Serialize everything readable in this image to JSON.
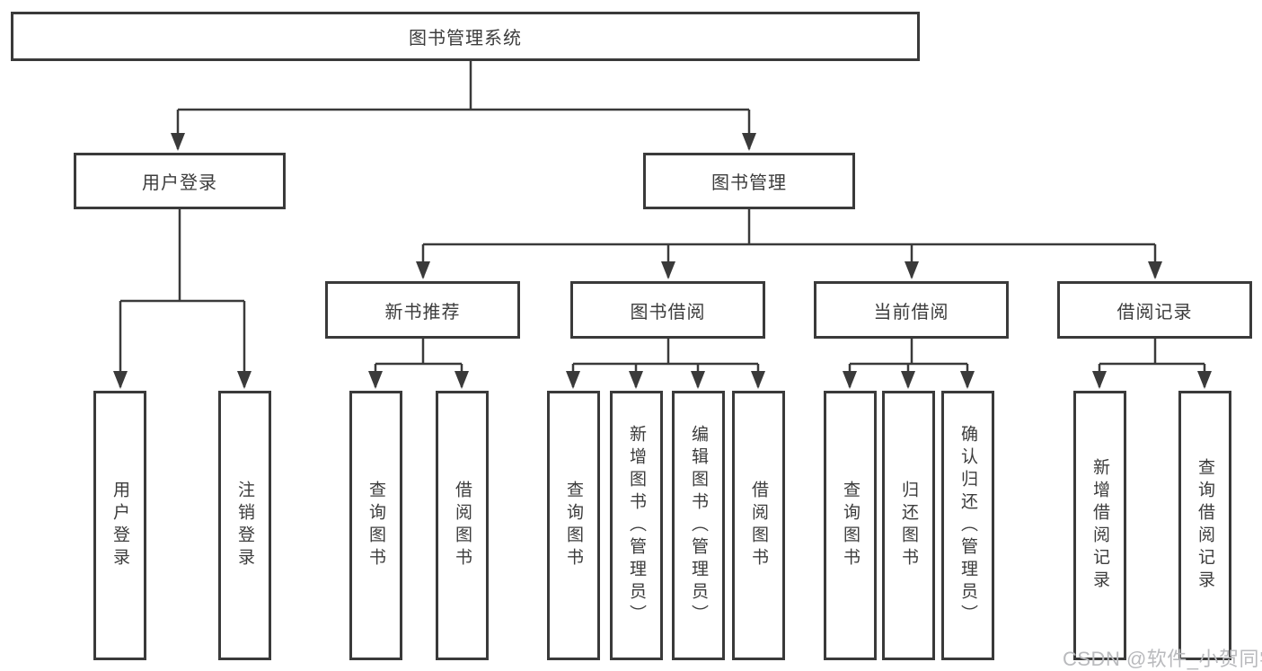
{
  "tree": {
    "label": "图书管理系统",
    "children": [
      {
        "label": "用户登录",
        "children": [
          {
            "label": "用户登录"
          },
          {
            "label": "注销登录"
          }
        ]
      },
      {
        "label": "图书管理",
        "children": [
          {
            "label": "新书推荐",
            "children": [
              {
                "label": "查询图书"
              },
              {
                "label": "借阅图书"
              }
            ]
          },
          {
            "label": "图书借阅",
            "children": [
              {
                "label": "查询图书"
              },
              {
                "label": "新增图书（管理员）"
              },
              {
                "label": "编辑图书（管理员）"
              },
              {
                "label": "借阅图书"
              }
            ]
          },
          {
            "label": "当前借阅",
            "children": [
              {
                "label": "查询图书"
              },
              {
                "label": "归还图书"
              },
              {
                "label": "确认归还（管理员）"
              }
            ]
          },
          {
            "label": "借阅记录",
            "children": [
              {
                "label": "新增借阅记录"
              },
              {
                "label": "查询借阅记录"
              }
            ]
          }
        ]
      }
    ]
  },
  "watermark": {
    "text": "CSDN @软件_小贺同学"
  },
  "colors": {
    "line": "#3a3a3a",
    "text": "#3c3c3c",
    "watermark": "#b9babd",
    "background": "#ffffff"
  }
}
